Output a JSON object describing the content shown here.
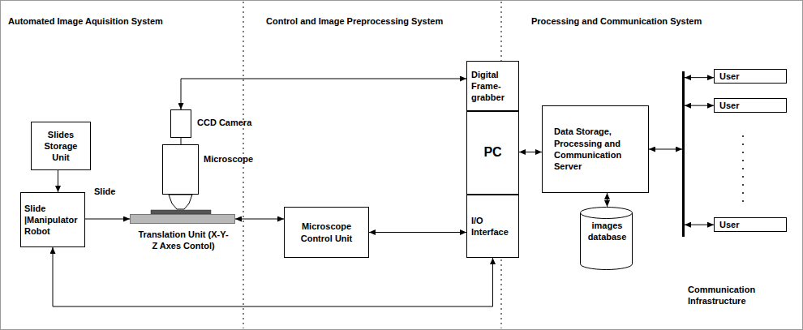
{
  "diagram": {
    "nodes": [
      {
        "text": [
          "Slides Storage Unit"
        ]
      },
      {
        "text": [
          "Slide |Manipulator Robot"
        ]
      },
      {
        "text": [
          "CCD Camera"
        ]
      },
      {
        "text": [
          "Microscope"
        ]
      },
      {
        "text": [
          "Translation Unit (X-Y-Z Axes Contol)"
        ]
      },
      {
        "text": [
          "Microscope Control Unit"
        ]
      },
      {
        "text": [
          "Digital Frame-grabber"
        ]
      },
      {
        "text": [
          "PC"
        ]
      },
      {
        "text": [
          "I/O Interface"
        ]
      },
      {
        "text": [
          "Data Storage, Processing and Communication Server"
        ]
      },
      {
        "text": [
          "images database"
        ]
      },
      {
        "text": [
          "Communication Infrastructure"
        ]
      },
      {
        "text": [
          "User"
        ]
      },
      {
        "text": [
          "User"
        ]
      },
      {
        "text": [
          "User"
        ]
      }
    ],
    "edges": [
      {
        "from": 0,
        "to": 1,
        "arrow": "to"
      },
      {
        "from": 1,
        "to": 4,
        "arrow": "to"
      },
      {
        "from": 2,
        "to": 3,
        "arrow": "none"
      },
      {
        "from": 2,
        "to": 6,
        "arrow": "both"
      },
      {
        "from": 4,
        "to": 5,
        "arrow": "both"
      },
      {
        "from": 5,
        "to": 8,
        "arrow": "both"
      },
      {
        "from": 1,
        "to": 8,
        "arrow": "both"
      },
      {
        "from": 7,
        "to": 9,
        "arrow": "both"
      },
      {
        "from": 9,
        "to": 10,
        "arrow": "both"
      },
      {
        "from": 9,
        "to": 11,
        "arrow": "both"
      },
      {
        "from": 11,
        "to": 12,
        "arrow": "both"
      },
      {
        "from": 11,
        "to": 13,
        "arrow": "both"
      },
      {
        "from": 11,
        "to": 14,
        "arrow": "both"
      }
    ],
    "labels": [
      "Automated Image Aquisition System",
      "Control and Image Preprocessing System",
      "Processing and Communication System",
      "Slide"
    ]
  }
}
